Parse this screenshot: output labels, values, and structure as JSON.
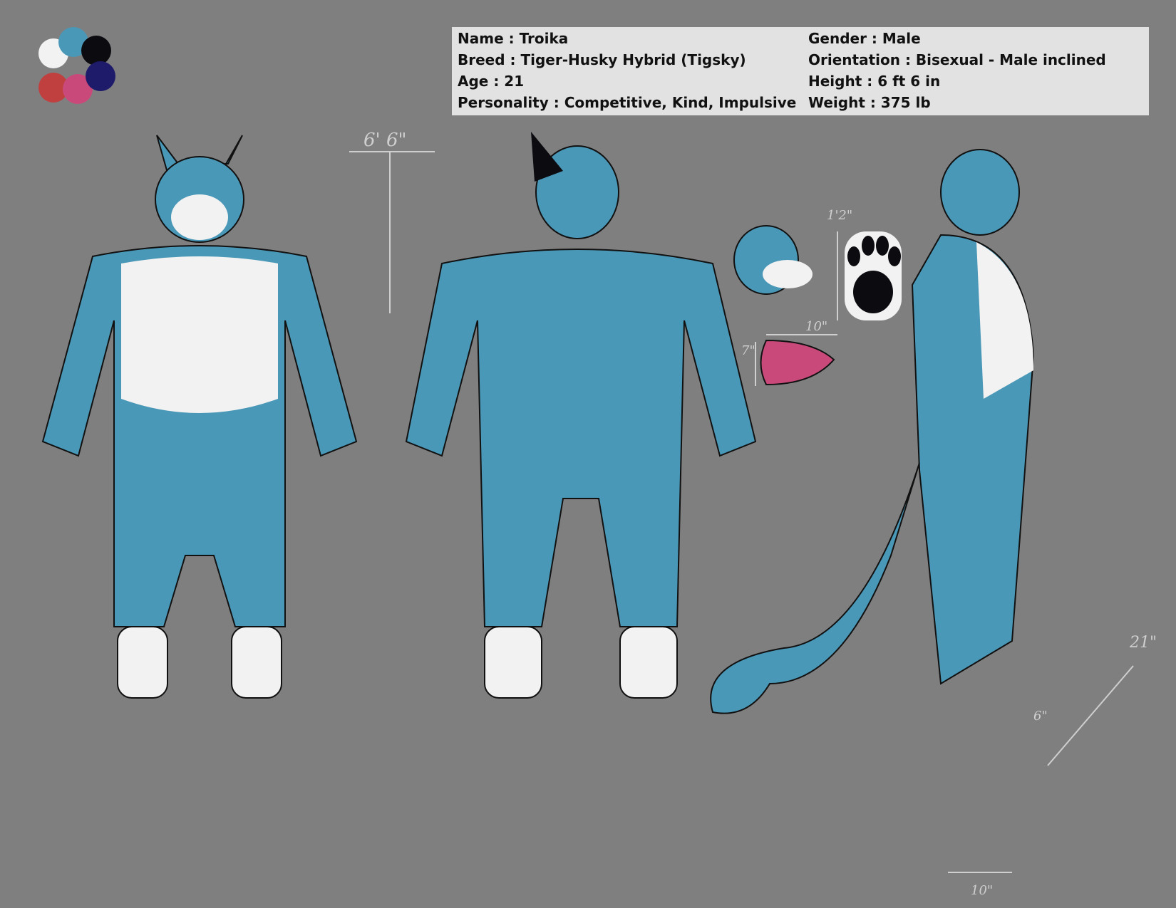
{
  "palette": [
    {
      "name": "white",
      "color": "#f2f2f2"
    },
    {
      "name": "blue",
      "color": "#4a98b8"
    },
    {
      "name": "black",
      "color": "#0b0b10"
    },
    {
      "name": "red",
      "color": "#c0403f"
    },
    {
      "name": "pink",
      "color": "#c94a7a"
    },
    {
      "name": "navy",
      "color": "#1f1b6b"
    }
  ],
  "info": {
    "name": "Name : Troika",
    "breed": "Breed : Tiger-Husky Hybrid (Tigsky)",
    "age": "Age : 21",
    "personality": "Personality : Competitive, Kind, Impulsive",
    "gender": "Gender : Male",
    "orientation": "Orientation : Bisexual - Male inclined",
    "height": "Height : 6 ft 6 in",
    "weight": "Weight : 375 lb"
  },
  "measurements": {
    "height": "6' 6\"",
    "head": "1'2\"",
    "tongue_width": "10\"",
    "tongue_height": "7\"",
    "length": "21\"",
    "girth": "6\"",
    "base_width": "10\""
  }
}
